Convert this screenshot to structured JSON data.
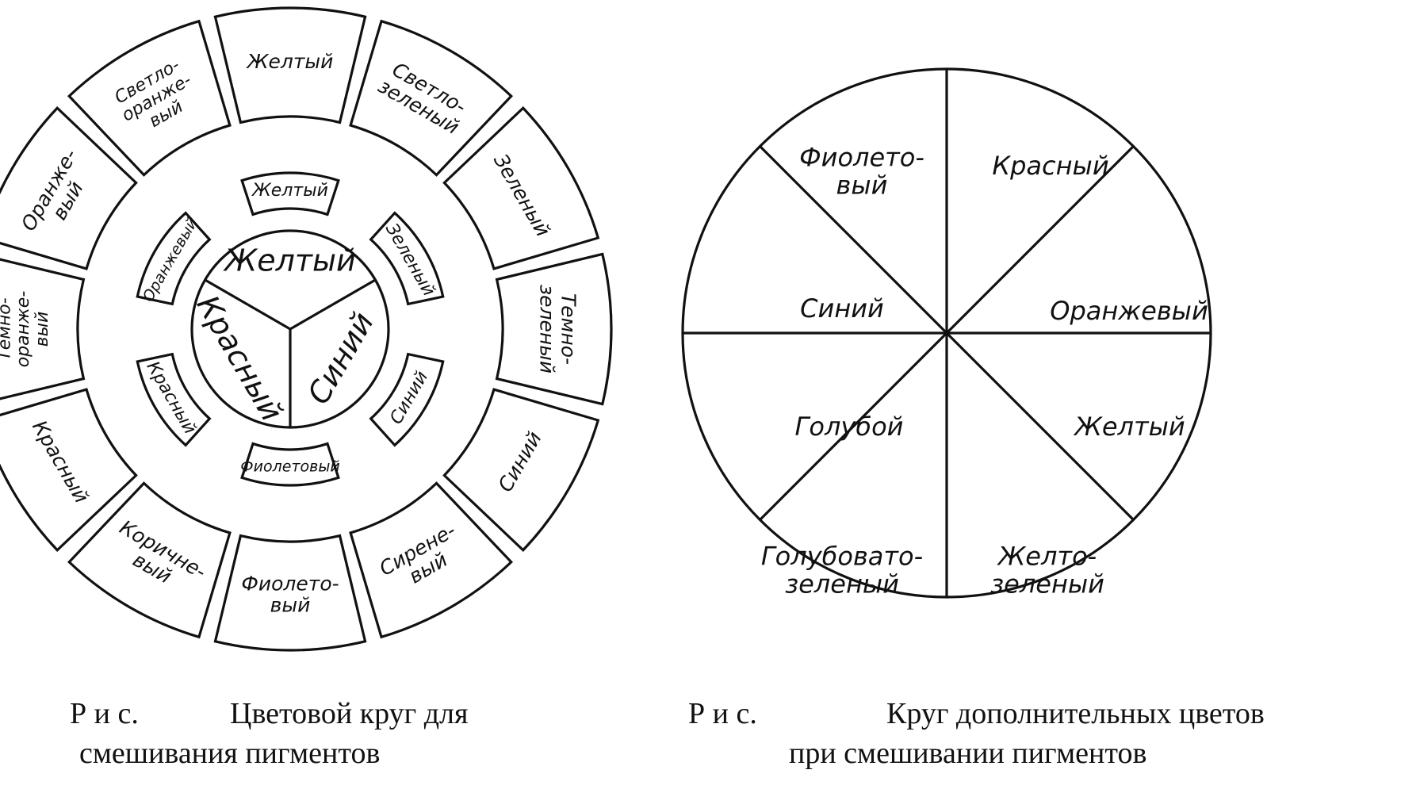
{
  "wheel": {
    "center_labels": [
      "Желтый",
      "Синий",
      "Красный"
    ],
    "middle_ring": [
      "Желтый",
      "Зеленый",
      "Синий",
      "Фиолетовый",
      "Красный",
      "Оранжевый"
    ],
    "outer_ring": [
      [
        "Желтый"
      ],
      [
        "Светло-",
        "зеленый"
      ],
      [
        "Зеленый"
      ],
      [
        "Темно-",
        "зеленый"
      ],
      [
        "Синий"
      ],
      [
        "Сирене-",
        "вый"
      ],
      [
        "Фиолето-",
        "вый"
      ],
      [
        "Коричне-",
        "вый"
      ],
      [
        "Красный"
      ],
      [
        "Темно-",
        "оранже-",
        "вый"
      ],
      [
        "Оранже-",
        "вый"
      ],
      [
        "Светло-",
        "оранже-",
        "вый"
      ]
    ]
  },
  "complementary": {
    "sectors": [
      [
        "Красный"
      ],
      [
        "Оранжевый"
      ],
      [
        "Желтый"
      ],
      [
        "Желто-",
        "зеленый"
      ],
      [
        "Голубовато-",
        "зеленый"
      ],
      [
        "Голубой"
      ],
      [
        "Синий"
      ],
      [
        "Фиолето-",
        "вый"
      ]
    ]
  },
  "captions": {
    "left": {
      "prefix": "Р и с.",
      "line1": "Цветовой круг для",
      "line2": "смешивания пигментов"
    },
    "right": {
      "prefix": "Р и с.",
      "line1": "Круг дополнительных цветов",
      "line2": "при смешивании пигментов"
    }
  }
}
